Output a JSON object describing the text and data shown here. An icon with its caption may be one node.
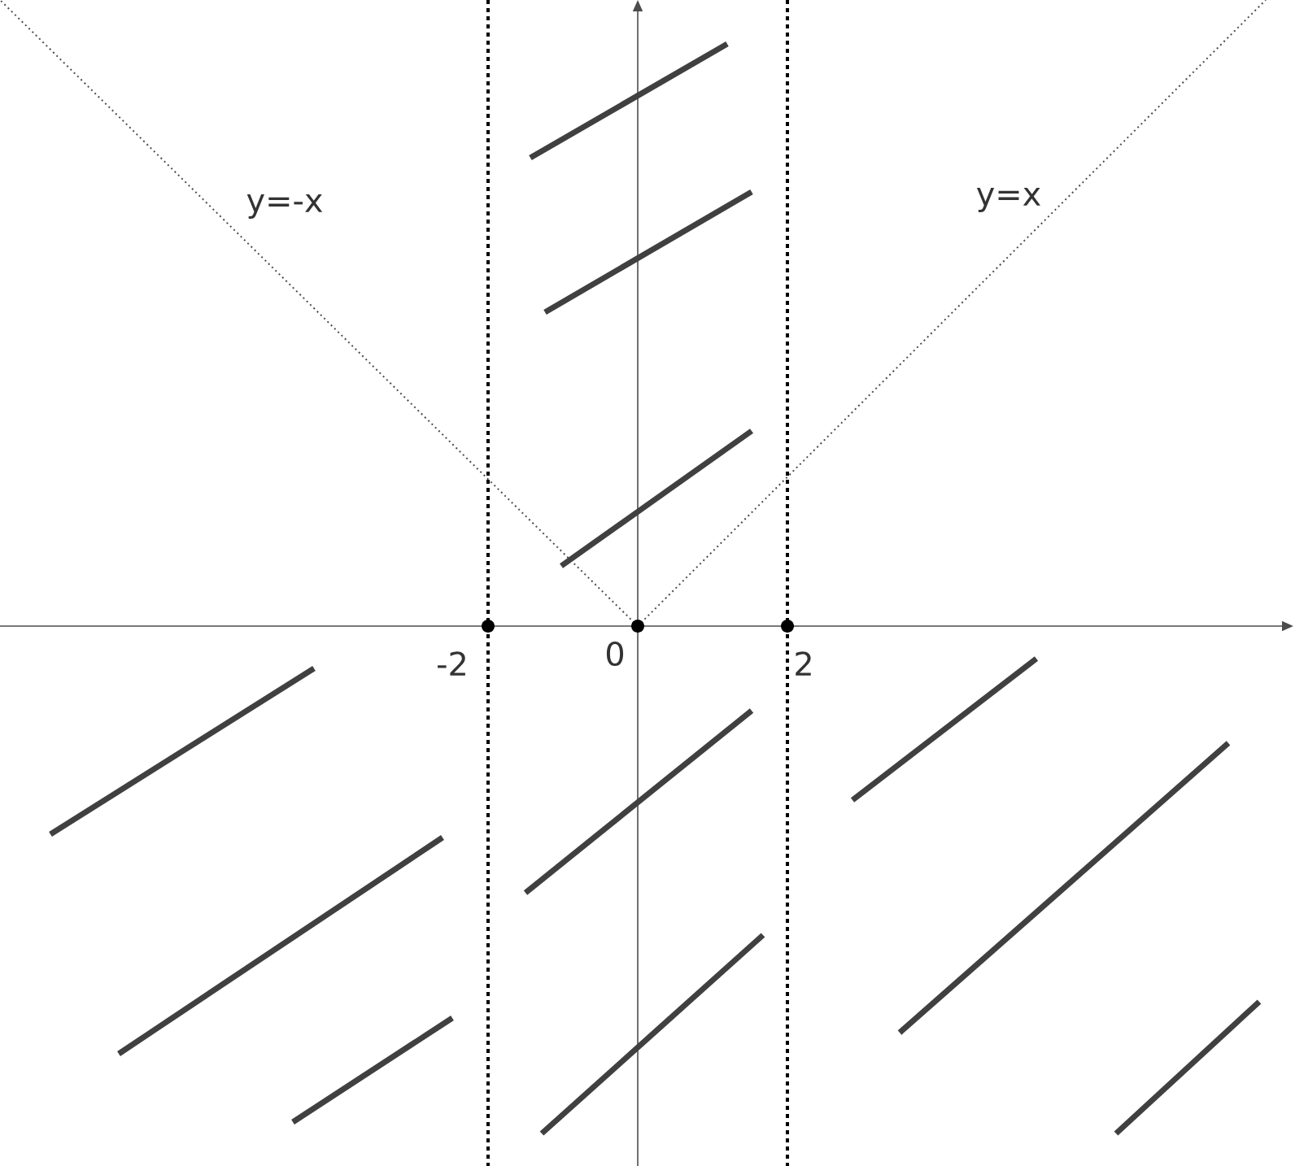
{
  "diagram": {
    "labels": [
      "y=-x",
      "y=x",
      "-2",
      "0",
      "2"
    ]
  }
}
